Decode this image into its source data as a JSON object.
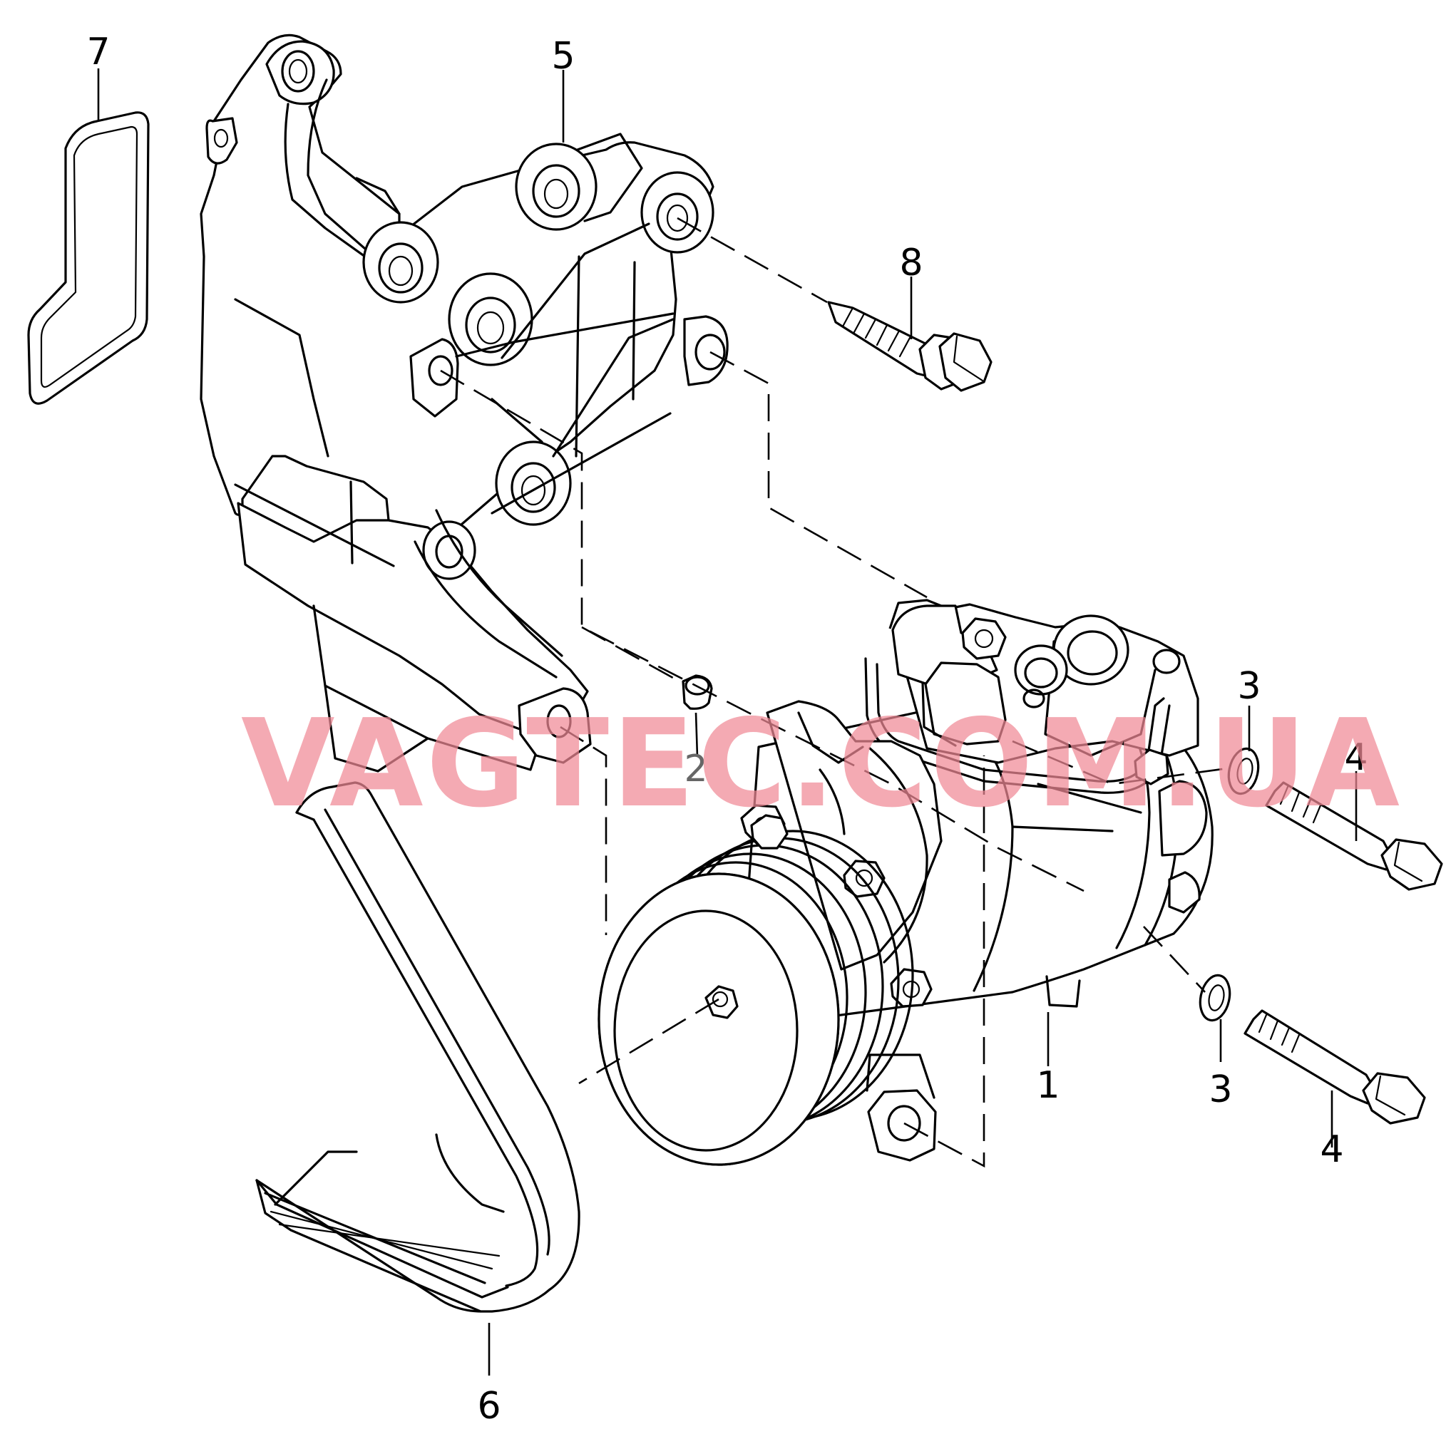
{
  "callouts": {
    "c1": "1",
    "c2": "2",
    "c3a": "3",
    "c3b": "3",
    "c4a": "4",
    "c4b": "4",
    "c5": "5",
    "c6": "6",
    "c7": "7",
    "c8": "8"
  },
  "watermark": "VAGTEC.COM.UA",
  "colors": {
    "line": "#000000",
    "watermark": "#f08a96",
    "callout_2": "#666666"
  }
}
